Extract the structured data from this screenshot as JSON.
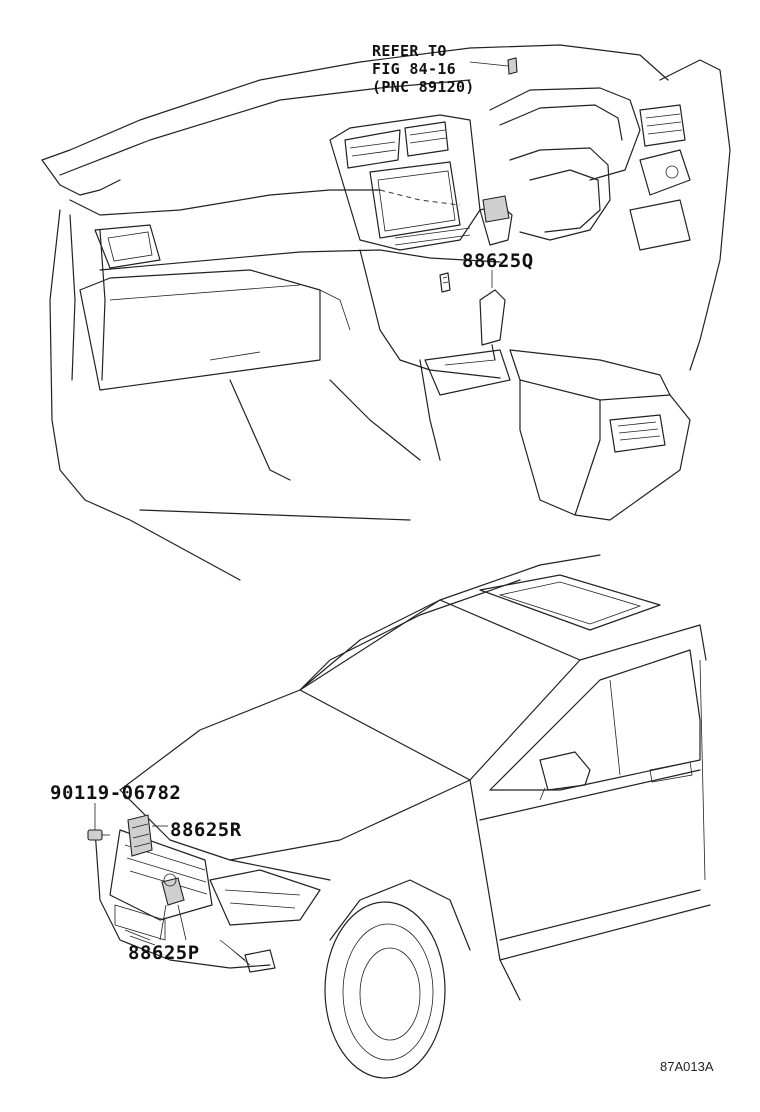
{
  "figure": {
    "refer_line1": "REFER TO",
    "refer_line2": "FIG 84-16",
    "refer_line3": "(PNC 89120)",
    "part_q": "88625Q",
    "part_bolt": "90119-06782",
    "part_r": "88625R",
    "part_p": "88625P",
    "figure_code": "87A013A"
  }
}
